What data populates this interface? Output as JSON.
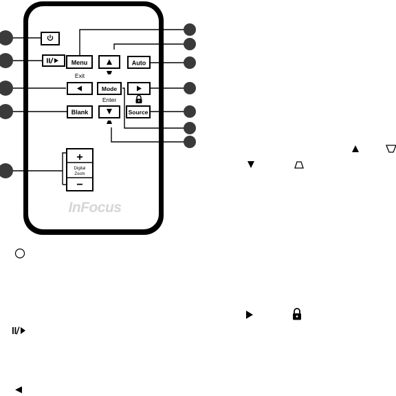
{
  "remote": {
    "brand": "InFocus",
    "buttons": {
      "power": "",
      "freeze": "",
      "menu": "Menu",
      "up": "",
      "auto": "Auto",
      "left": "",
      "mode": "Mode",
      "right": "",
      "blank": "Blank",
      "down": "",
      "source": "Source",
      "zoom_plus": "+",
      "zoom_minus": "−"
    },
    "labels": {
      "exit": "Exit",
      "enter": "Enter",
      "digital": "Digital",
      "zoom": "Zoom"
    }
  },
  "icons": [
    "power-icon",
    "freeze-play-icon",
    "left-arrow-icon",
    "right-arrow-icon",
    "up-arrow-icon",
    "down-arrow-icon",
    "keystone-down-icon",
    "keystone-up-icon",
    "lock-icon",
    "callout-circle"
  ],
  "colors": {
    "remote_body": "#000000",
    "remote_face": "#ffffff",
    "callout_circle": "#3a3a3a",
    "brand_text": "#d6d6d6"
  }
}
